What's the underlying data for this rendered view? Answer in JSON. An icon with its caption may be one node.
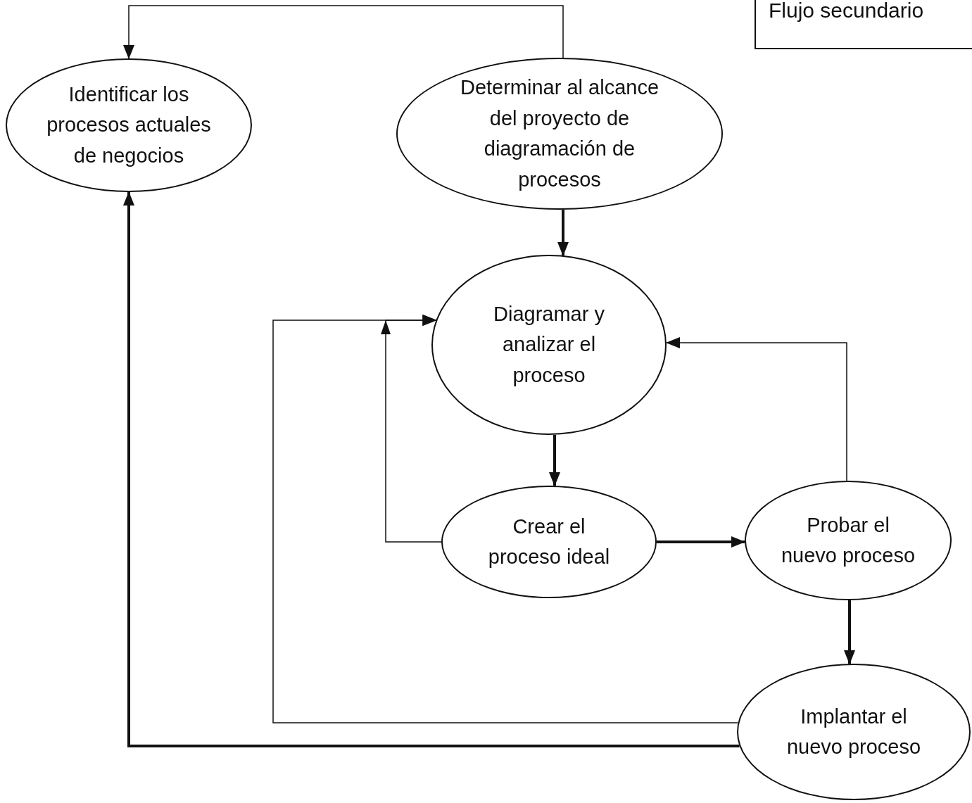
{
  "diagram": {
    "nodes": [
      {
        "text": [
          "Identificar los procesos actuales de negocios"
        ]
      },
      {
        "text": [
          "Determinar al alcance del proyecto de diagramación de procesos"
        ]
      },
      {
        "text": [
          "Diagramar  y analizar el proceso"
        ]
      },
      {
        "text": [
          "Crear el proceso ideal"
        ]
      },
      {
        "text": [
          "Probar el nuevo proceso"
        ]
      },
      {
        "text": [
          "Implantar el nuevo proceso"
        ]
      },
      {
        "text": [
          "Flujo secundario"
        ]
      }
    ],
    "edges": [
      {
        "from": 1,
        "to": 0,
        "arrow": "to"
      },
      {
        "from": 1,
        "to": 2,
        "arrow": "to"
      },
      {
        "from": 2,
        "to": 3,
        "arrow": "to"
      },
      {
        "from": 3,
        "to": 4,
        "arrow": "to"
      },
      {
        "from": 4,
        "to": 5,
        "arrow": "to"
      },
      {
        "from": 4,
        "to": 2,
        "arrow": "to"
      },
      {
        "from": 3,
        "to": 2,
        "arrow": "to"
      },
      {
        "from": 5,
        "to": 2,
        "arrow": "to"
      },
      {
        "from": 5,
        "to": 0,
        "arrow": "to"
      }
    ]
  }
}
